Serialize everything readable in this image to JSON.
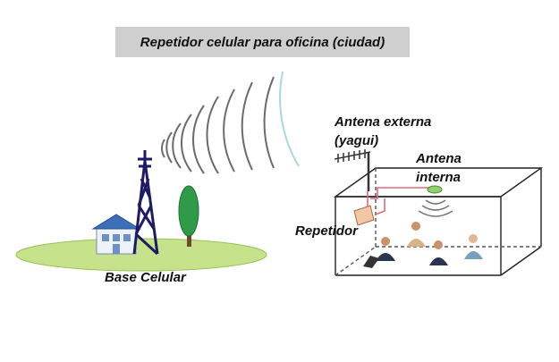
{
  "title": "Repetidor celular para oficina (ciudad)",
  "labels": {
    "external_antenna_line1": "Antena externa",
    "external_antenna_line2": "(yagui)",
    "internal_antenna_line1": "Antena",
    "internal_antenna_line2": "interna",
    "repeater": "Repetidor",
    "base_station": "Base Celular"
  },
  "colors": {
    "tower": "#1e1a66",
    "ground": "#c6e28a",
    "tree": "#2f9a48",
    "cable": "#e06a7a",
    "signal_arcs": "#6b6b6b",
    "title_bg": "#cfcfcf"
  }
}
